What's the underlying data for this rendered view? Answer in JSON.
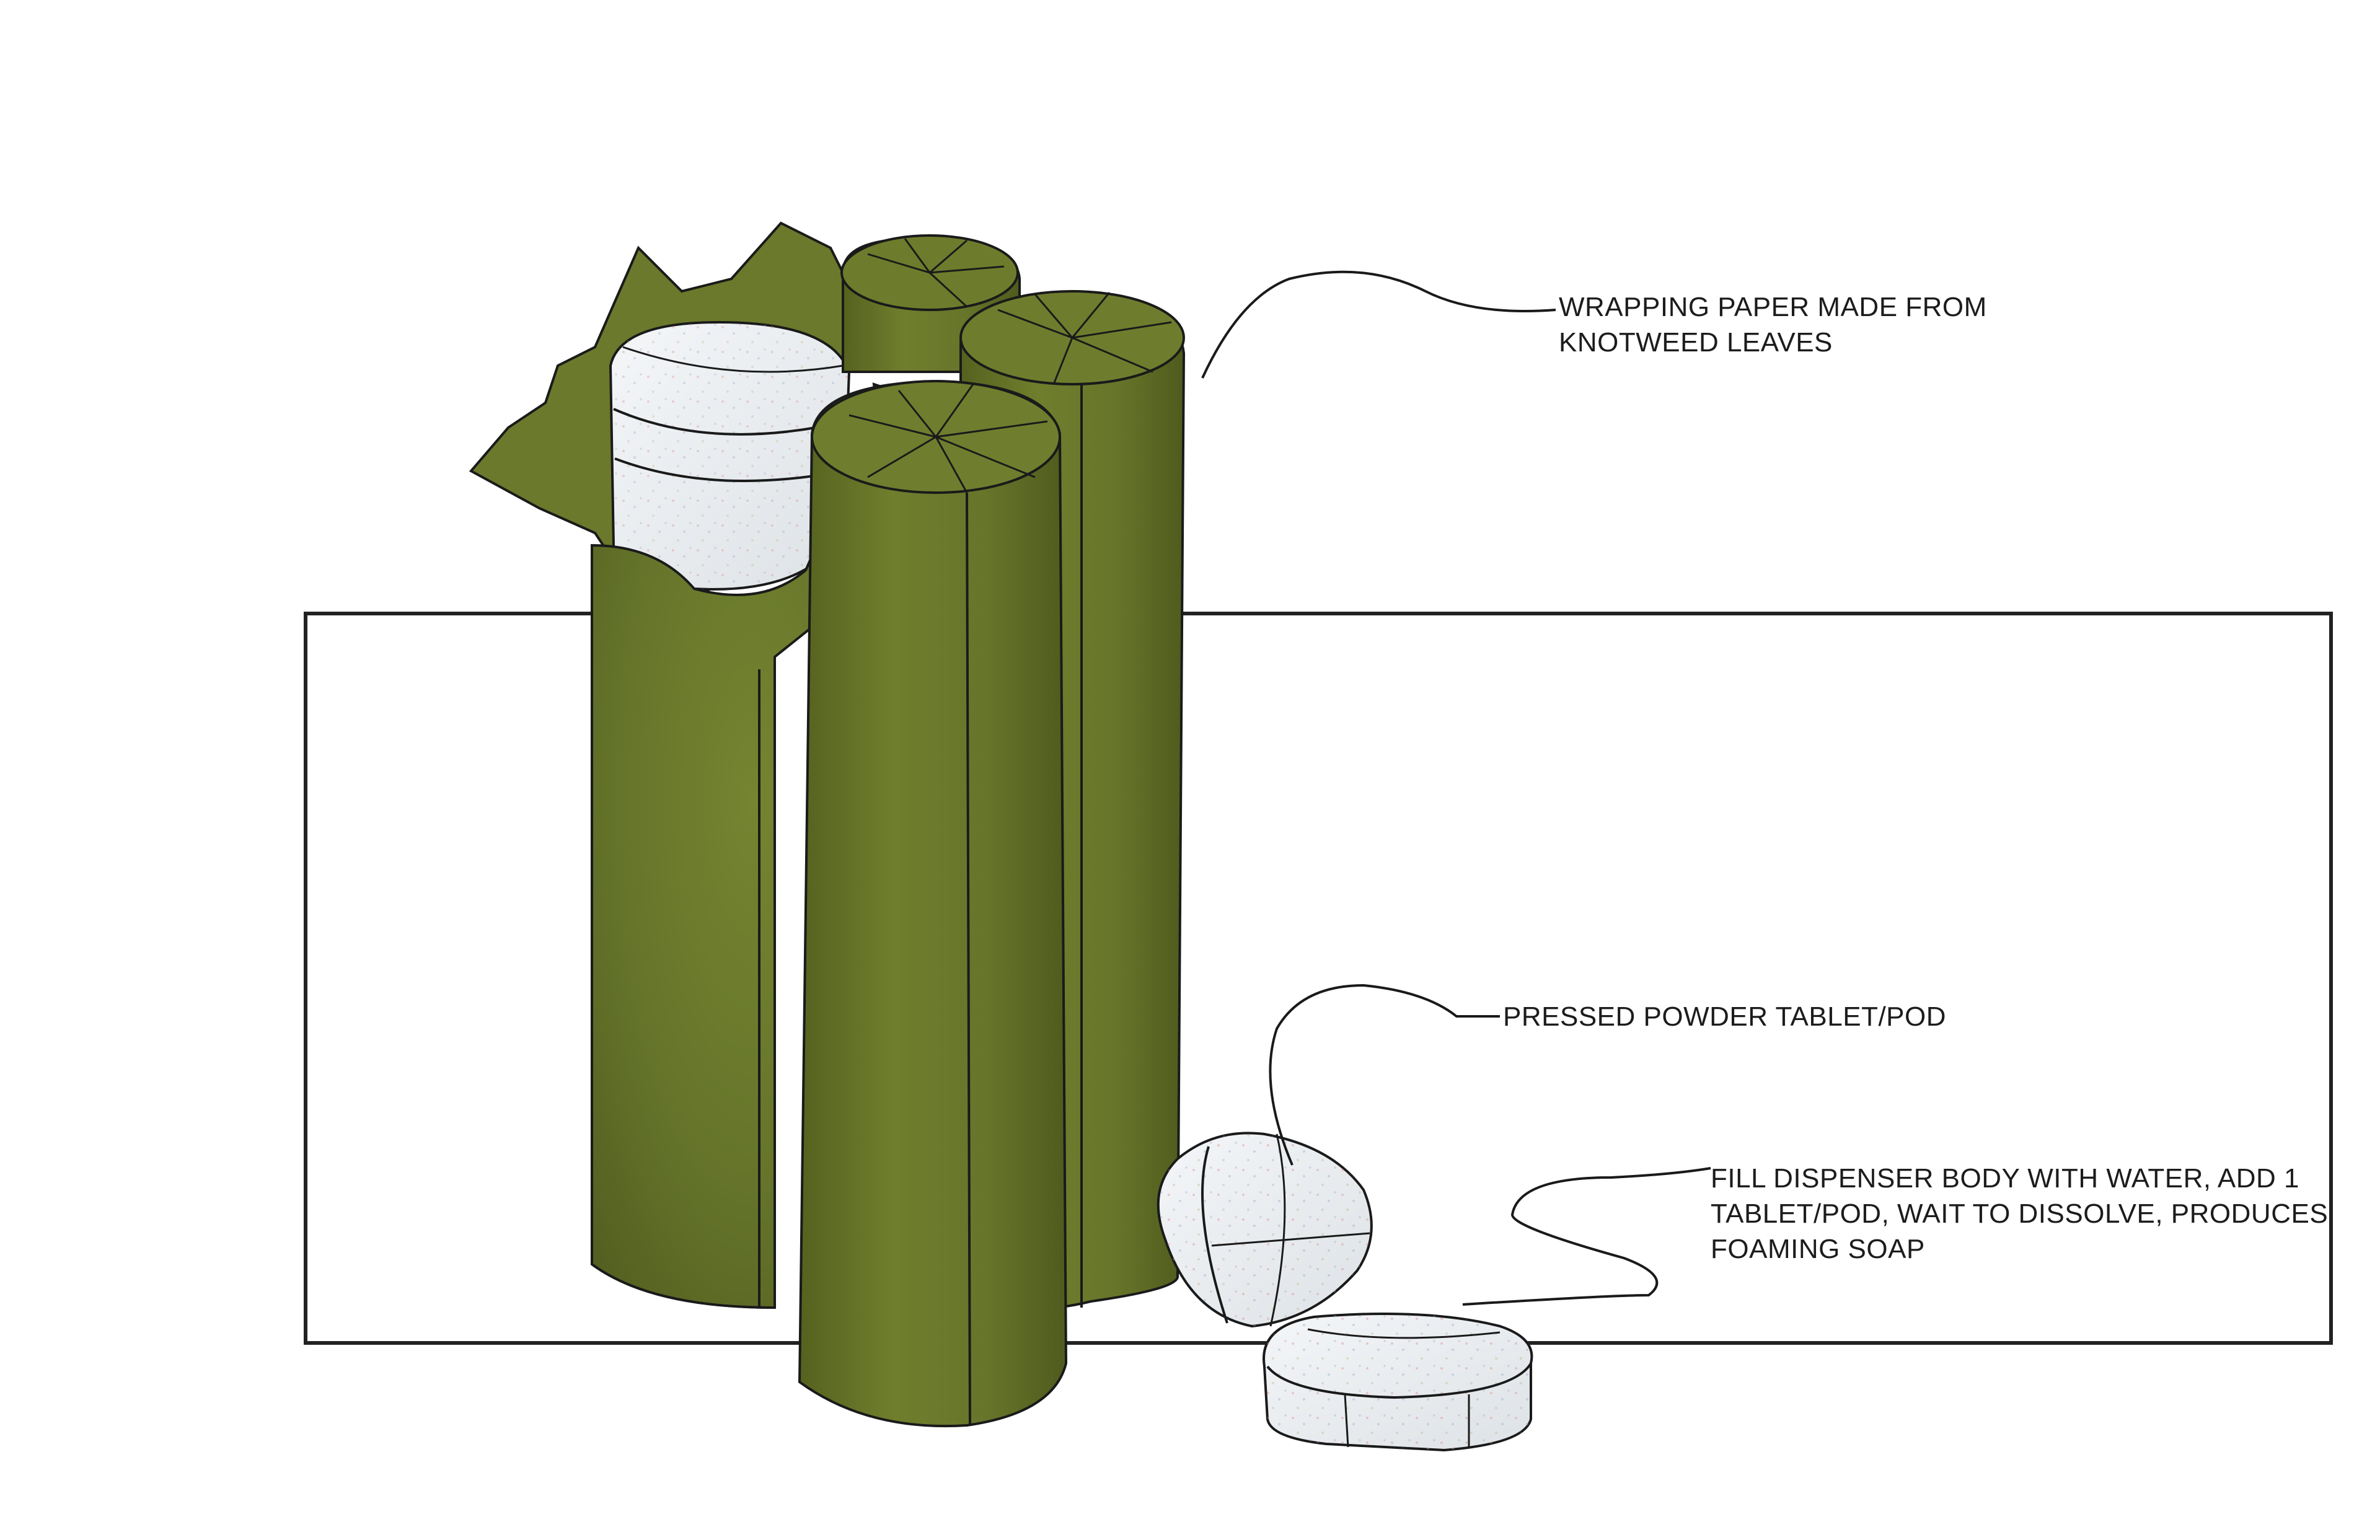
{
  "annotations": {
    "wrapping_paper": {
      "line1": "WRAPPING PAPER MADE FROM",
      "line2": "KNOTWEED LEAVES"
    },
    "tablet": {
      "line1": "PRESSED POWDER TABLET/POD"
    },
    "instructions": {
      "line1": "FILL DISPENSER BODY WITH WATER, ADD 1",
      "line2": "TABLET/POD, WAIT TO DISSOLVE, PRODUCES",
      "line3": "FOAMING SOAP"
    }
  },
  "colors": {
    "leaf_green": "#6b7a2a",
    "leaf_green_dark": "#55621f",
    "tablet_white": "#edf0f2",
    "outline": "#1a1a1a"
  }
}
